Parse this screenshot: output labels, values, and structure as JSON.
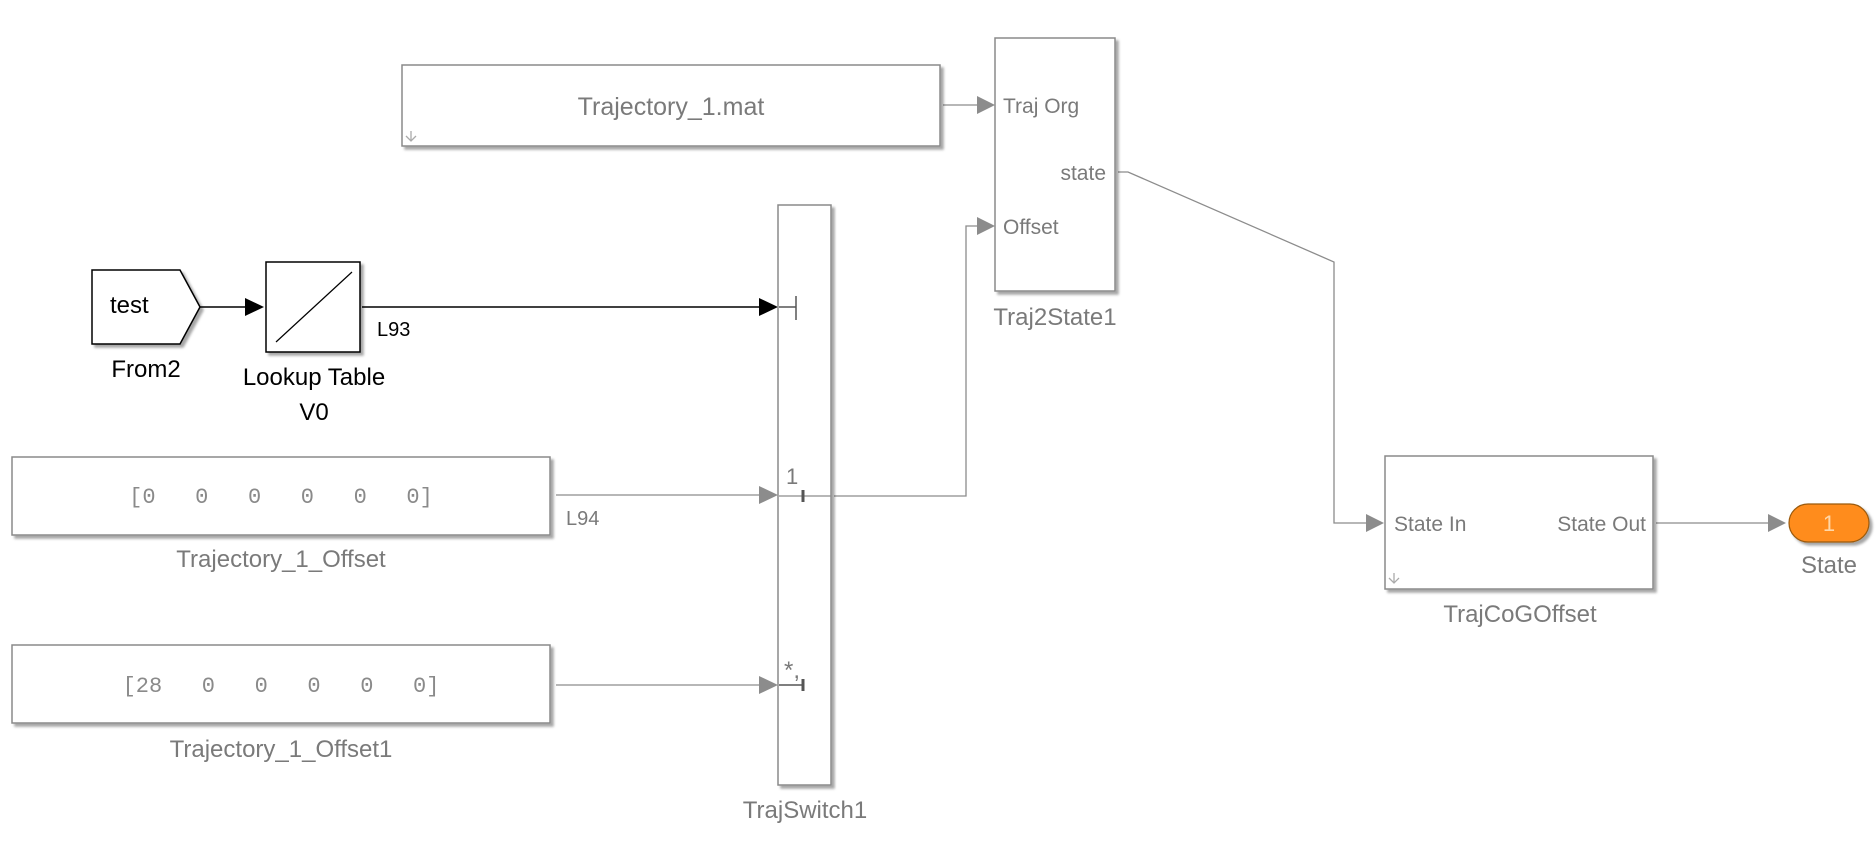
{
  "blocks": {
    "from_file": {
      "text": "Trajectory_1.mat"
    },
    "traj2state": {
      "name": "Traj2State1",
      "ports": {
        "in1": "Traj Org",
        "in2": "Offset",
        "out1": "state"
      }
    },
    "from_tag": {
      "text": "test",
      "name": "From2"
    },
    "lookup": {
      "name_line1": "Lookup Table",
      "name_line2": "V0"
    },
    "const1": {
      "value": "[0   0   0   0   0   0]",
      "name": "Trajectory_1_Offset"
    },
    "const2": {
      "value": "[28   0   0   0   0   0]",
      "name": "Trajectory_1_Offset1"
    },
    "switch": {
      "name": "TrajSwitch1",
      "port2_label": "1",
      "port3_label": "*,"
    },
    "cog": {
      "name": "TrajCoGOffset",
      "ports": {
        "in1": "State In",
        "out1": "State Out"
      }
    },
    "outport": {
      "number": "1",
      "name": "State"
    }
  },
  "signals": {
    "l93": "L93",
    "l94": "L94"
  },
  "colors": {
    "block_border": "#8a8a8a",
    "outport_fill": "#ff8c1a",
    "signal_line": "#8c8c8c"
  }
}
